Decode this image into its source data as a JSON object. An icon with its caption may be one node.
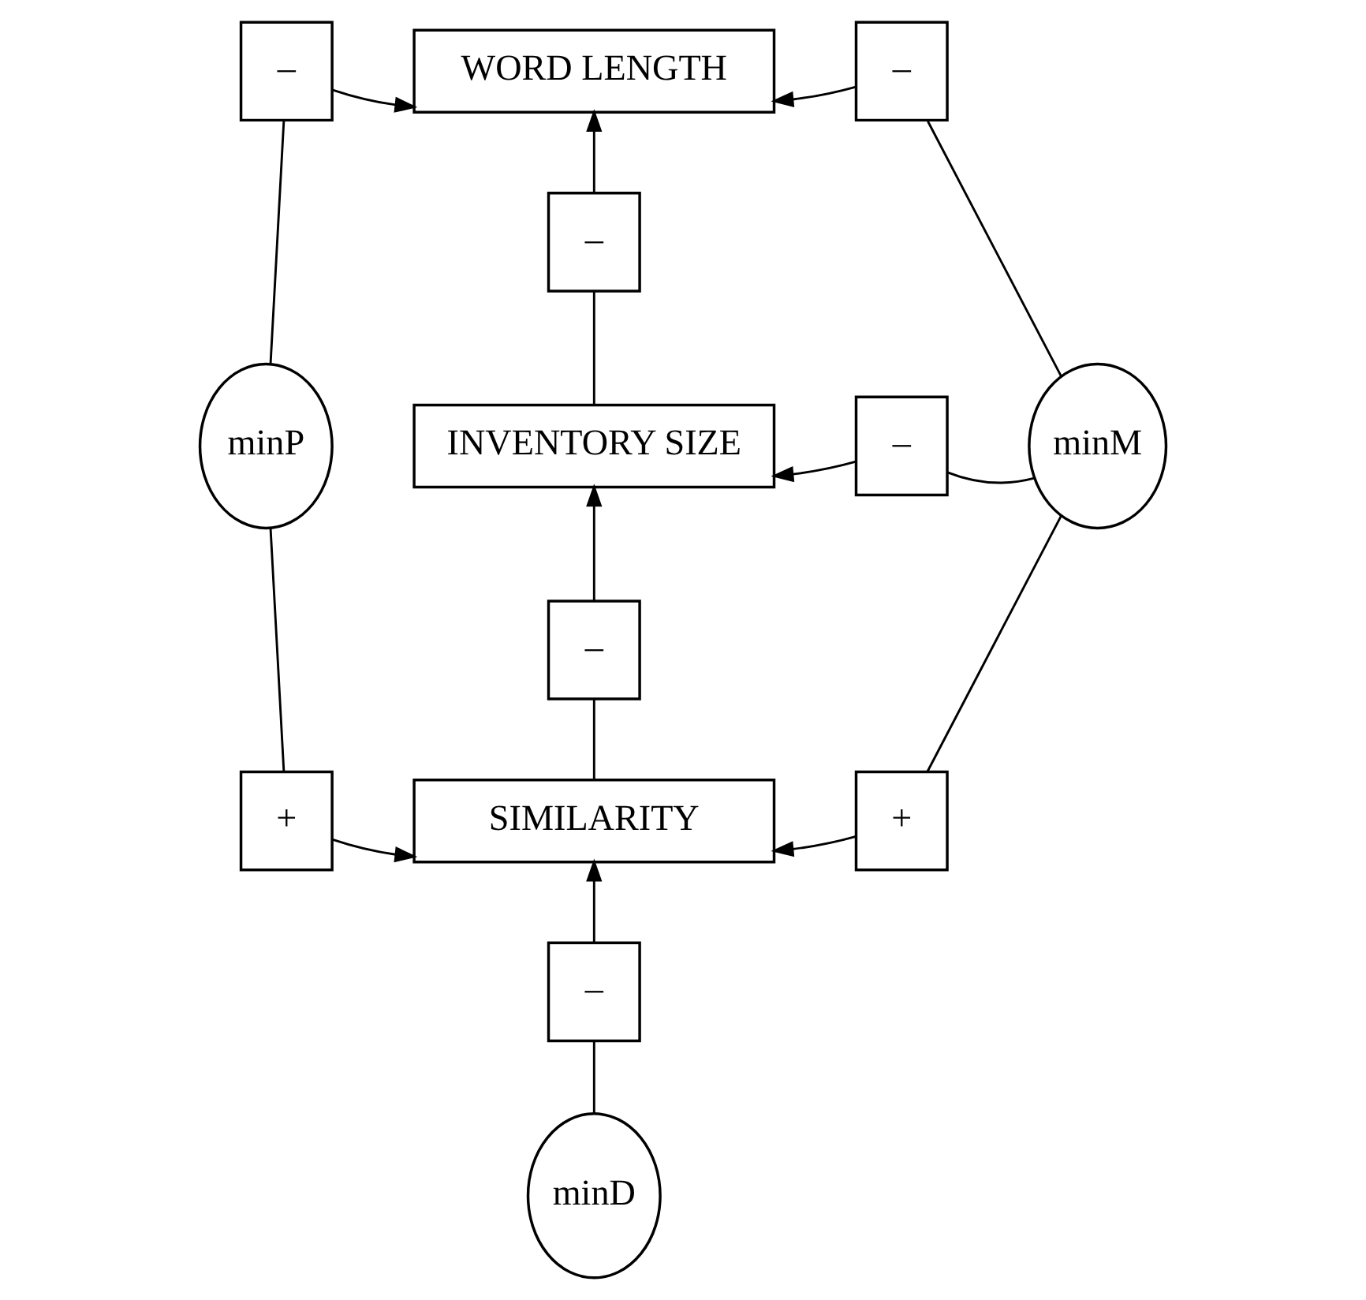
{
  "diagram": {
    "nodes": [
      {
        "text": [
          "–"
        ]
      },
      {
        "text": [
          "WORD LENGTH"
        ]
      },
      {
        "text": [
          "–"
        ]
      },
      {
        "text": [
          "–"
        ]
      },
      {
        "text": [
          "minP"
        ]
      },
      {
        "text": [
          "INVENTORY SIZE"
        ]
      },
      {
        "text": [
          "–"
        ]
      },
      {
        "text": [
          "minM"
        ]
      },
      {
        "text": [
          "–"
        ]
      },
      {
        "text": [
          "+"
        ]
      },
      {
        "text": [
          "SIMILARITY"
        ]
      },
      {
        "text": [
          "+"
        ]
      },
      {
        "text": [
          "–"
        ]
      },
      {
        "text": [
          "minD"
        ]
      }
    ],
    "edges": [
      {
        "from": 0,
        "to": 1,
        "arrow": "to"
      },
      {
        "from": 2,
        "to": 1,
        "arrow": "to"
      },
      {
        "from": 4,
        "to": 0,
        "arrow": "none"
      },
      {
        "from": 7,
        "to": 2,
        "arrow": "none"
      },
      {
        "from": 3,
        "to": 1,
        "arrow": "to"
      },
      {
        "from": 5,
        "to": 3,
        "arrow": "none"
      },
      {
        "from": 6,
        "to": 5,
        "arrow": "to"
      },
      {
        "from": 7,
        "to": 6,
        "arrow": "none"
      },
      {
        "from": 8,
        "to": 5,
        "arrow": "to"
      },
      {
        "from": 10,
        "to": 8,
        "arrow": "none"
      },
      {
        "from": 9,
        "to": 4,
        "arrow": "none"
      },
      {
        "from": 11,
        "to": 7,
        "arrow": "none"
      },
      {
        "from": 9,
        "to": 10,
        "arrow": "to"
      },
      {
        "from": 11,
        "to": 10,
        "arrow": "to"
      },
      {
        "from": 12,
        "to": 10,
        "arrow": "to"
      },
      {
        "from": 13,
        "to": 12,
        "arrow": "none"
      }
    ]
  }
}
